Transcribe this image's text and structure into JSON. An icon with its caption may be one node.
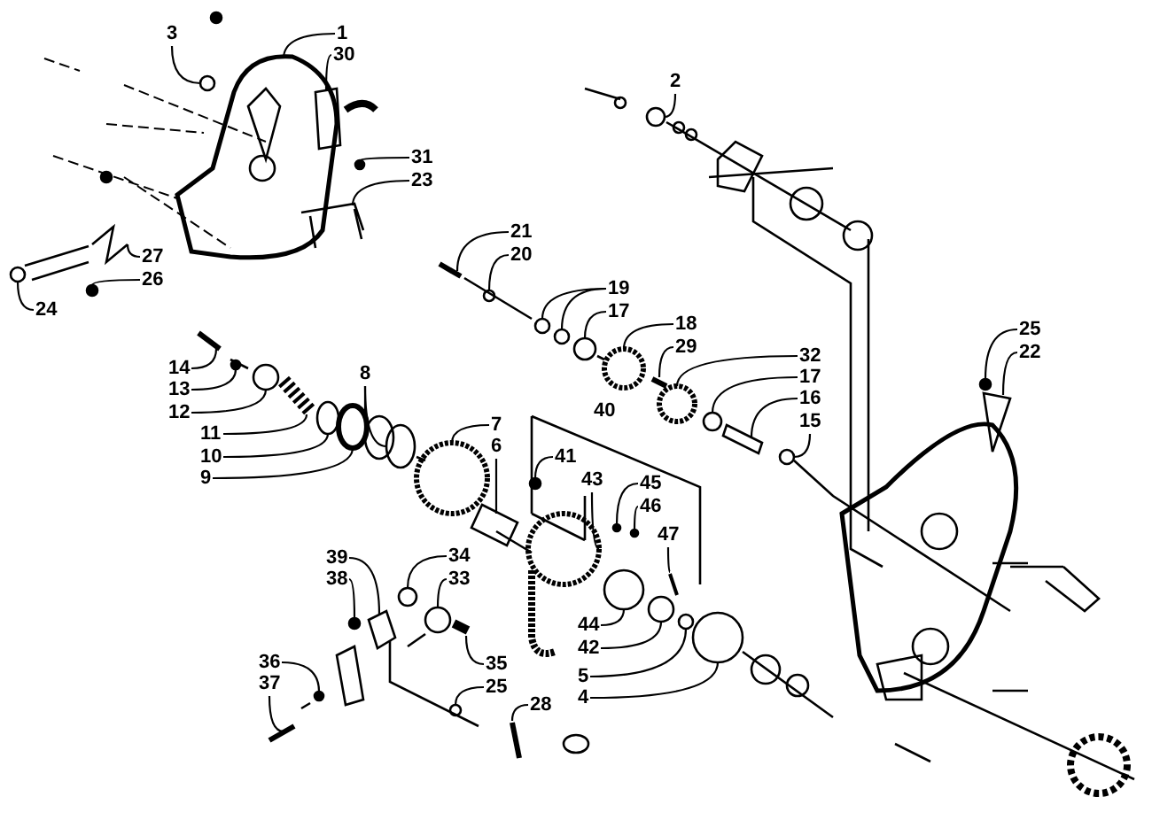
{
  "diagram": {
    "nodes": [
      {
        "text": [
          "3"
        ]
      },
      {
        "text": [
          "1"
        ]
      },
      {
        "text": [
          "30"
        ]
      },
      {
        "text": [
          "2"
        ]
      },
      {
        "text": [
          "31"
        ]
      },
      {
        "text": [
          "23"
        ]
      },
      {
        "text": [
          "21"
        ]
      },
      {
        "text": [
          "20"
        ]
      },
      {
        "text": [
          "27"
        ]
      },
      {
        "text": [
          "26"
        ]
      },
      {
        "text": [
          "19"
        ]
      },
      {
        "text": [
          "24"
        ]
      },
      {
        "text": [
          "17"
        ]
      },
      {
        "text": [
          "18"
        ]
      },
      {
        "text": [
          "25"
        ]
      },
      {
        "text": [
          "29"
        ]
      },
      {
        "text": [
          "22"
        ]
      },
      {
        "text": [
          "32"
        ]
      },
      {
        "text": [
          "14"
        ]
      },
      {
        "text": [
          "8"
        ]
      },
      {
        "text": [
          "17"
        ]
      },
      {
        "text": [
          "13"
        ]
      },
      {
        "text": [
          "16"
        ]
      },
      {
        "text": [
          "12"
        ]
      },
      {
        "text": [
          "15"
        ]
      },
      {
        "text": [
          "7"
        ]
      },
      {
        "text": [
          "11"
        ]
      },
      {
        "text": [
          "6"
        ]
      },
      {
        "text": [
          "10"
        ]
      },
      {
        "text": [
          "41"
        ]
      },
      {
        "text": [
          "9"
        ]
      },
      {
        "text": [
          "43"
        ]
      },
      {
        "text": [
          "45"
        ]
      },
      {
        "text": [
          "46"
        ]
      },
      {
        "text": [
          "47"
        ]
      },
      {
        "text": [
          "39"
        ]
      },
      {
        "text": [
          "34"
        ]
      },
      {
        "text": [
          "38"
        ]
      },
      {
        "text": [
          "33"
        ]
      },
      {
        "text": [
          "44"
        ]
      },
      {
        "text": [
          "42"
        ]
      },
      {
        "text": [
          "36"
        ]
      },
      {
        "text": [
          "35"
        ]
      },
      {
        "text": [
          "5"
        ]
      },
      {
        "text": [
          "37"
        ]
      },
      {
        "text": [
          "25"
        ]
      },
      {
        "text": [
          "4"
        ]
      },
      {
        "text": [
          "28"
        ]
      },
      {
        "text": [],
        "shape": "circle"
      },
      {
        "text": [],
        "shape": "picture"
      },
      {
        "text": [],
        "shape": "picture"
      },
      {
        "text": [],
        "shape": "circle"
      },
      {
        "text": [],
        "shape": "circle"
      },
      {
        "text": [],
        "shape": "picture"
      },
      {
        "text": [],
        "shape": "picture"
      },
      {
        "text": [],
        "shape": "circle"
      },
      {
        "text": [],
        "shape": "picture"
      },
      {
        "text": [],
        "shape": "circle"
      },
      {
        "text": [],
        "shape": "circle"
      },
      {
        "text": [],
        "shape": "circle"
      },
      {
        "text": [],
        "shape": "circle"
      },
      {
        "text": [],
        "shape": "circle"
      },
      {
        "text": [],
        "shape": "circle"
      },
      {
        "text": [],
        "shape": "circle"
      },
      {
        "text": [],
        "shape": "picture"
      },
      {
        "text": [],
        "shape": "picture"
      },
      {
        "text": [],
        "shape": "circle"
      },
      {
        "text": [],
        "shape": "picture"
      },
      {
        "text": [],
        "shape": "circle"
      },
      {
        "text": [],
        "shape": "circle"
      },
      {
        "text": [],
        "shape": "circle"
      },
      {
        "text": [],
        "shape": "circle"
      },
      {
        "text": [],
        "shape": "picture"
      },
      {
        "text": [],
        "shape": "circle"
      },
      {
        "text": [],
        "shape": "circle"
      },
      {
        "text": [],
        "shape": "circle"
      },
      {
        "text": [],
        "shape": "picture"
      },
      {
        "text": [],
        "shape": "picture"
      },
      {
        "text": [],
        "shape": "circle"
      },
      {
        "text": [],
        "shape": "circle"
      },
      {
        "text": [],
        "shape": "circle"
      },
      {
        "text": [],
        "shape": "circle"
      },
      {
        "text": [],
        "shape": "circle"
      },
      {
        "text": [],
        "shape": "circle"
      },
      {
        "text": [],
        "shape": "picture"
      },
      {
        "text": [],
        "shape": "picture"
      },
      {
        "text": [],
        "shape": "circle"
      },
      {
        "text": [],
        "shape": "circle"
      },
      {
        "text": [],
        "shape": "circle"
      },
      {
        "text": [],
        "shape": "circle"
      },
      {
        "text": [],
        "shape": "circle"
      },
      {
        "text": [],
        "shape": "circle"
      },
      {
        "text": [],
        "shape": "picture"
      },
      {
        "text": [],
        "shape": "circle"
      },
      {
        "text": [],
        "shape": "picture"
      },
      {
        "text": [],
        "shape": "circle"
      },
      {
        "text": [],
        "shape": "circle"
      },
      {
        "text": [],
        "shape": "picture"
      }
    ],
    "edges": [
      {
        "from": 0,
        "to": 48,
        "arrow": "none"
      },
      {
        "from": 1,
        "to": 49,
        "arrow": "none"
      },
      {
        "from": 2,
        "to": 50,
        "arrow": "none"
      },
      {
        "from": 3,
        "to": 51,
        "arrow": "none"
      },
      {
        "from": 4,
        "to": 52,
        "arrow": "none"
      },
      {
        "from": 5,
        "to": 53,
        "arrow": "none"
      },
      {
        "from": 6,
        "to": 54,
        "arrow": "none"
      },
      {
        "from": 7,
        "to": 55,
        "arrow": "none"
      },
      {
        "from": 8,
        "to": 56,
        "arrow": "none"
      },
      {
        "from": 9,
        "to": 57,
        "arrow": "none"
      },
      {
        "from": 10,
        "to": 58,
        "arrow": "none"
      },
      {
        "from": 10,
        "to": 59,
        "arrow": "none"
      },
      {
        "from": 11,
        "to": 60,
        "arrow": "none"
      },
      {
        "from": 12,
        "to": 61,
        "arrow": "none"
      },
      {
        "from": 13,
        "to": 62,
        "arrow": "none"
      },
      {
        "from": 14,
        "to": 63,
        "arrow": "none"
      },
      {
        "from": 15,
        "to": 64,
        "arrow": "none"
      },
      {
        "from": 16,
        "to": 65,
        "arrow": "none"
      },
      {
        "from": 17,
        "to": 66,
        "arrow": "none"
      },
      {
        "from": 18,
        "to": 67,
        "arrow": "none"
      },
      {
        "from": 19,
        "to": 68,
        "arrow": "none"
      },
      {
        "from": 19,
        "to": 69,
        "arrow": "none"
      },
      {
        "from": 20,
        "to": 70,
        "arrow": "none"
      },
      {
        "from": 21,
        "to": 71,
        "arrow": "none"
      },
      {
        "from": 22,
        "to": 72,
        "arrow": "none"
      },
      {
        "from": 23,
        "to": 73,
        "arrow": "none"
      },
      {
        "from": 24,
        "to": 74,
        "arrow": "none"
      },
      {
        "from": 25,
        "to": 75,
        "arrow": "none"
      },
      {
        "from": 26,
        "to": 76,
        "arrow": "none"
      },
      {
        "from": 27,
        "to": 77,
        "arrow": "none"
      },
      {
        "from": 28,
        "to": 78,
        "arrow": "none"
      },
      {
        "from": 29,
        "to": 79,
        "arrow": "none"
      },
      {
        "from": 30,
        "to": 80,
        "arrow": "none"
      },
      {
        "from": 31,
        "to": 81,
        "arrow": "none"
      },
      {
        "from": 32,
        "to": 82,
        "arrow": "none"
      },
      {
        "from": 33,
        "to": 83,
        "arrow": "none"
      },
      {
        "from": 34,
        "to": 84,
        "arrow": "none"
      },
      {
        "from": 35,
        "to": 85,
        "arrow": "none"
      },
      {
        "from": 36,
        "to": 86,
        "arrow": "none"
      },
      {
        "from": 37,
        "to": 87,
        "arrow": "none"
      },
      {
        "from": 38,
        "to": 88,
        "arrow": "none"
      },
      {
        "from": 39,
        "to": 89,
        "arrow": "none"
      },
      {
        "from": 40,
        "to": 90,
        "arrow": "none"
      },
      {
        "from": 41,
        "to": 91,
        "arrow": "none"
      },
      {
        "from": 42,
        "to": 92,
        "arrow": "none"
      },
      {
        "from": 43,
        "to": 93,
        "arrow": "none"
      },
      {
        "from": 44,
        "to": 94,
        "arrow": "none"
      },
      {
        "from": 45,
        "to": 95,
        "arrow": "none"
      },
      {
        "from": 46,
        "to": 96,
        "arrow": "none"
      },
      {
        "from": 47,
        "to": 97,
        "arrow": "none"
      }
    ],
    "labels": [
      "40"
    ]
  }
}
